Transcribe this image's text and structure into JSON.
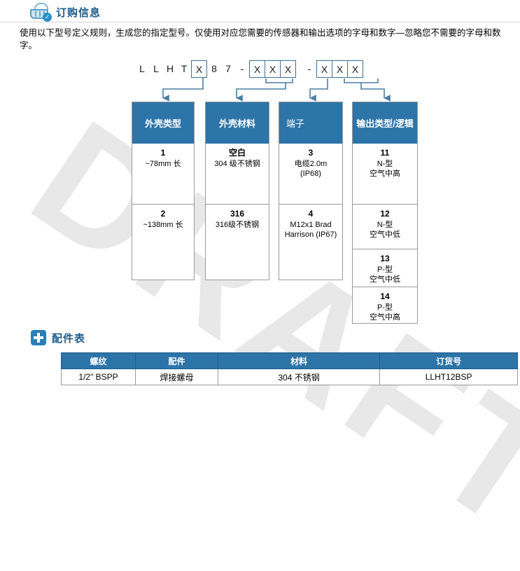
{
  "watermark": "DRAFT",
  "ordering": {
    "icon": "shopping-basket-check-icon",
    "title": "订购信息",
    "intro": "使用以下型号定义规则，生成您的指定型号。仅使用对应您需要的传感器和输出选项的字母和数字—忽略您不需要的字母和数字。",
    "model_number": {
      "prefix": [
        "L",
        "L",
        "H",
        "T"
      ],
      "box1": "X",
      "mid": [
        "8",
        "7"
      ],
      "dash1": "-",
      "group2": [
        "X",
        "X",
        "X"
      ],
      "dash2": "-",
      "group3": [
        "X",
        "X",
        "X"
      ]
    },
    "columns": [
      {
        "header": "外壳类型",
        "options": [
          {
            "code": "1",
            "desc": "~78mm 长"
          },
          {
            "code": "2",
            "desc": "~138mm 长"
          }
        ]
      },
      {
        "header": "外壳材料",
        "options": [
          {
            "code": "空白",
            "desc": "304 级不锈钢"
          },
          {
            "code": "316",
            "desc": "316级不锈钢"
          }
        ]
      },
      {
        "header": "端子",
        "options": [
          {
            "code": "3",
            "desc": "电缆2.0m\n(IP68)"
          },
          {
            "code": "4",
            "desc": "M12x1 Brad\nHarrison (IP67)"
          }
        ]
      },
      {
        "header": "输出类型/逻辑",
        "options": [
          {
            "code": "11",
            "desc": "N-型\n空气中高"
          },
          {
            "code": "12",
            "desc": "N-型\n空气中低"
          },
          {
            "code": "13",
            "desc": "P-型\n空气中低"
          },
          {
            "code": "14",
            "desc": "P-型\n空气中高"
          }
        ]
      }
    ]
  },
  "accessories": {
    "icon": "plus-square-icon",
    "title": "配件表",
    "headers": [
      "螺纹",
      "配件",
      "材料",
      "订货号"
    ],
    "rows": [
      [
        "1/2\" BSPP",
        "焊接螺母",
        "304 不锈钢",
        "LLHT12BSP"
      ]
    ]
  },
  "colors": {
    "accent_blue": "#2d74a8",
    "title_blue": "#1f5c8b",
    "connector_blue": "#3f6f96",
    "border_gray": "#9a9a9a",
    "watermark_gray": "#e8e8e8"
  }
}
